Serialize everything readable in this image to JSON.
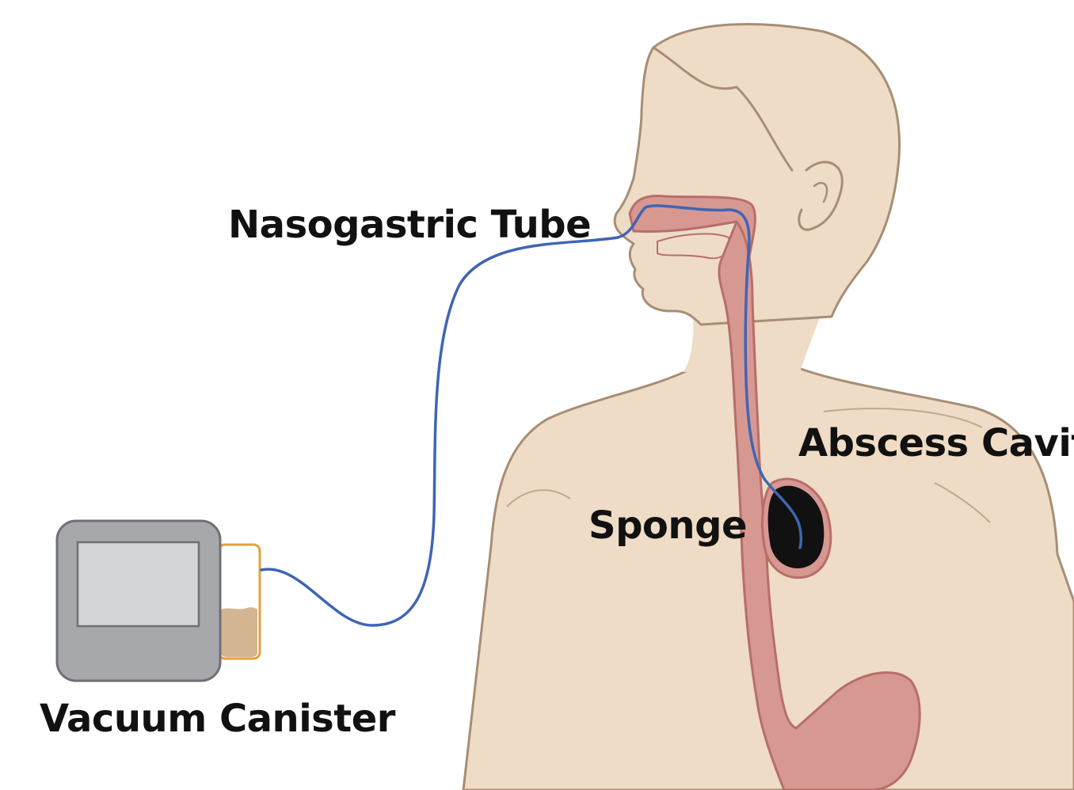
{
  "labels": {
    "nasogastric_tube": "Nasogastric Tube",
    "abscess_cavity": "Abscess Cavity",
    "sponge": "Sponge",
    "vacuum_canister": "Vacuum Canister"
  },
  "colors": {
    "skin": "#eedcc6",
    "skin_outline": "#a88d76",
    "esophagus": "#d79891",
    "esophagus_outline": "#b86e68",
    "tube": "#3f65b4",
    "sponge": "#111111",
    "device_body": "#a7a8ac",
    "device_screen": "#d4d5d8",
    "canister_outline": "#e3a03c",
    "canister_fluid": "#d4b592"
  }
}
